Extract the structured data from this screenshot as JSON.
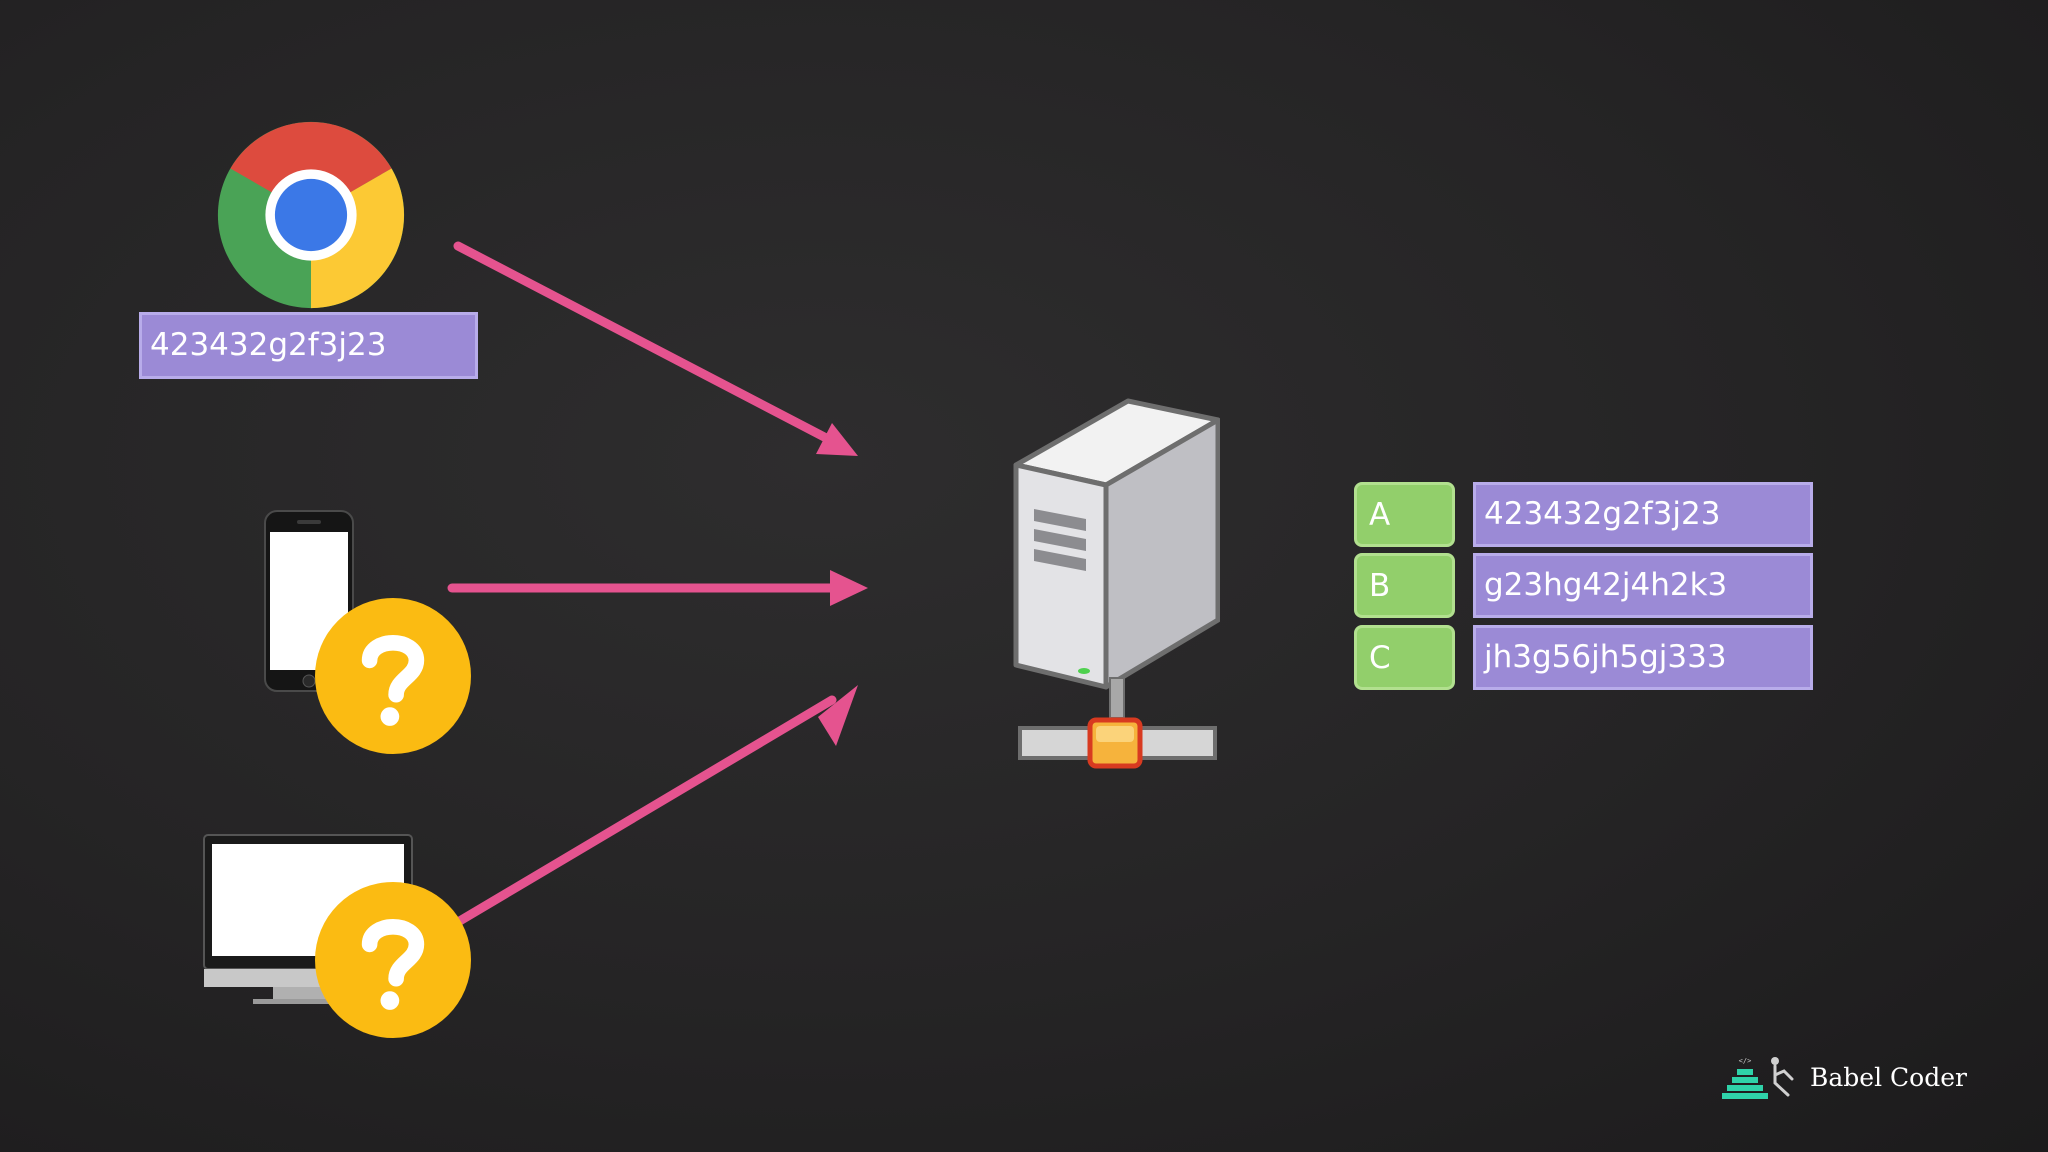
{
  "clients": [
    {
      "name": "chrome-browser",
      "token": "423432g2f3j23"
    },
    {
      "name": "smartphone",
      "token": ""
    },
    {
      "name": "desktop-computer",
      "token": ""
    }
  ],
  "server_table": {
    "rows": [
      {
        "key": "A",
        "token": "423432g2f3j23"
      },
      {
        "key": "B",
        "token": "g23hg42j4h2k3"
      },
      {
        "key": "C",
        "token": "jh3g56jh5gj333"
      }
    ]
  },
  "brand": {
    "name": "Babel Coder"
  },
  "colors": {
    "arrow": "#e5538f",
    "token_box": "#9b8ad6",
    "key_box": "#92cf6b",
    "unknown_badge": "#fbbb12"
  }
}
